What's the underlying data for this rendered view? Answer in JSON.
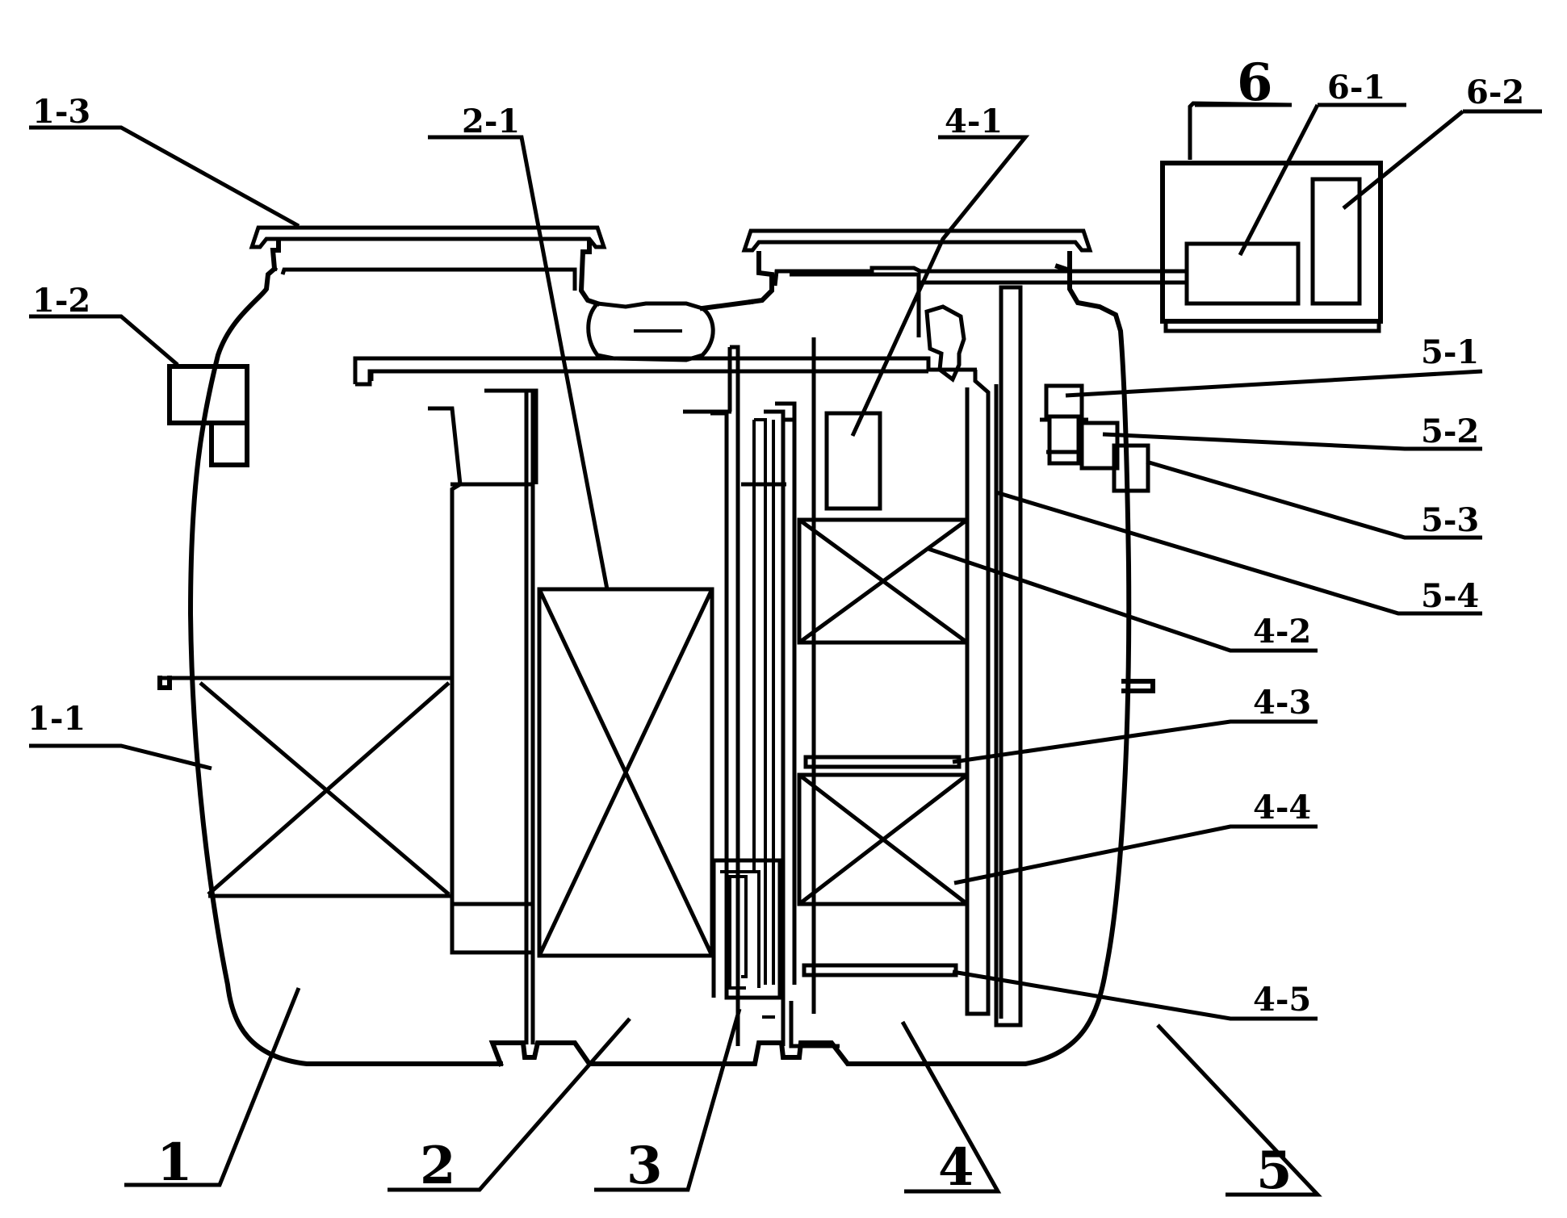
{
  "labels": {
    "l_1_3": "1-3",
    "l_1_2": "1-2",
    "l_1_1": "1-1",
    "l_2_1": "2-1",
    "l_4_1": "4-1",
    "l_4_2": "4-2",
    "l_4_3": "4-3",
    "l_4_4": "4-4",
    "l_4_5": "4-5",
    "l_5_1": "5-1",
    "l_5_2": "5-2",
    "l_5_3": "5-3",
    "l_5_4": "5-4",
    "l_6_1": "6-1",
    "l_6_2": "6-2",
    "n1": "1",
    "n2": "2",
    "n3": "3",
    "n4": "4",
    "n5": "5",
    "n6": "6"
  }
}
